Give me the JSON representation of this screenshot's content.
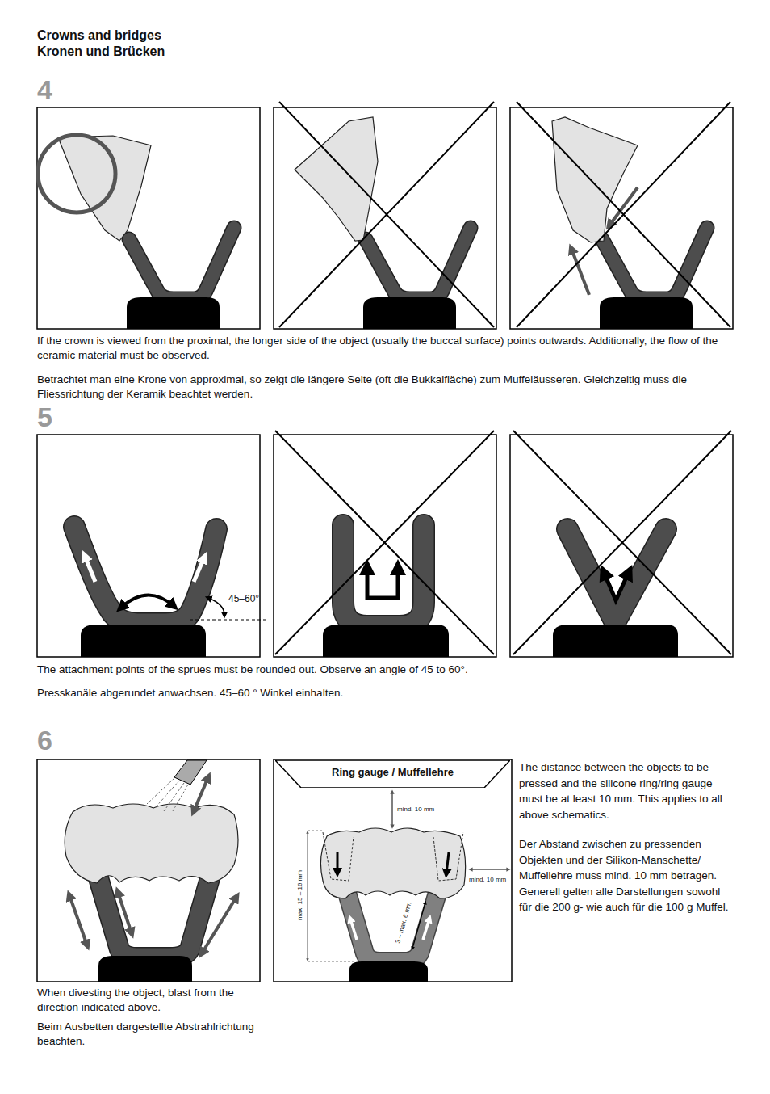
{
  "diagram": {
    "title": "Crowns and bridges",
    "nodes": [
      {
        "text": [
          "Ring gauge / Muffellehre"
        ]
      }
    ],
    "labels": [
      "Kronen und Brücken",
      "4",
      "If the crown is viewed from the proximal, the longer side of the object (usually the buccal surface) points outwards. Additionally, the flow of the ceramic material must be observed.",
      "Betrachtet man eine Krone von approximal, so zeigt die längere Seite (oft die Bukkalfläche) zum Muffeläusseren. Gleichzeitig muss die Fliessrichtung der Keramik beachtet werden.",
      "5",
      "45–60°",
      "The attachment points of the sprues must be rounded out. Observe an angle of 45 to 60°.",
      "Presskanäle abgerundet anwachsen. 45–60 ° Winkel einhalten.",
      "6",
      "When divesting the object, blast from the direction indicated above.",
      "Beim Ausbetten dargestellte Abstrahlrichtung beachten.",
      "mind. 10 mm",
      "mind. 10 mm",
      "max. 15 – 16 mm",
      "3 – max. 6 mm",
      "The distance between the objects to be pressed and the silicone ring/ring gauge must be at least 10 mm. This applies to all above schematics.",
      "Der Abstand zwischen zu pressenden Objekten und der Silikon-Manschette/ Muffellehre muss mind. 10 mm betragen. Generell gelten alle Darstellungen sowohl für die 200 g- wie auch für die 100 g Muffel."
    ]
  }
}
